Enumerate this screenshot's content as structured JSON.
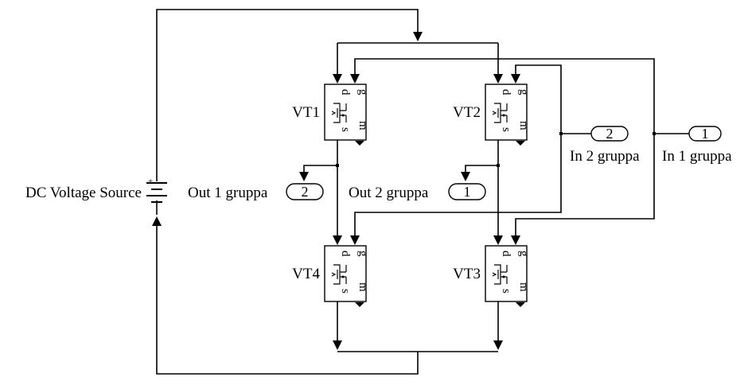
{
  "source": {
    "label": "DC Voltage Source",
    "plus_sign": "+"
  },
  "switches": [
    {
      "id": "vt1",
      "label": "VT1",
      "pins": {
        "d": "d",
        "g": "g",
        "s": "s",
        "m": "m"
      }
    },
    {
      "id": "vt2",
      "label": "VT2",
      "pins": {
        "d": "d",
        "g": "g",
        "s": "s",
        "m": "m"
      }
    },
    {
      "id": "vt4",
      "label": "VT4",
      "pins": {
        "d": "d",
        "g": "g",
        "s": "s",
        "m": "m"
      }
    },
    {
      "id": "vt3",
      "label": "VT3",
      "pins": {
        "d": "d",
        "g": "g",
        "s": "s",
        "m": "m"
      }
    }
  ],
  "inports": [
    {
      "id": "in1",
      "number": "1",
      "label": "In 1 gruppa"
    },
    {
      "id": "in2",
      "number": "2",
      "label": "In 2 gruppa"
    }
  ],
  "outports": [
    {
      "id": "out1",
      "number": "2",
      "label": "Out 1 gruppa"
    },
    {
      "id": "out2",
      "number": "1",
      "label": "Out 2 gruppa"
    }
  ]
}
